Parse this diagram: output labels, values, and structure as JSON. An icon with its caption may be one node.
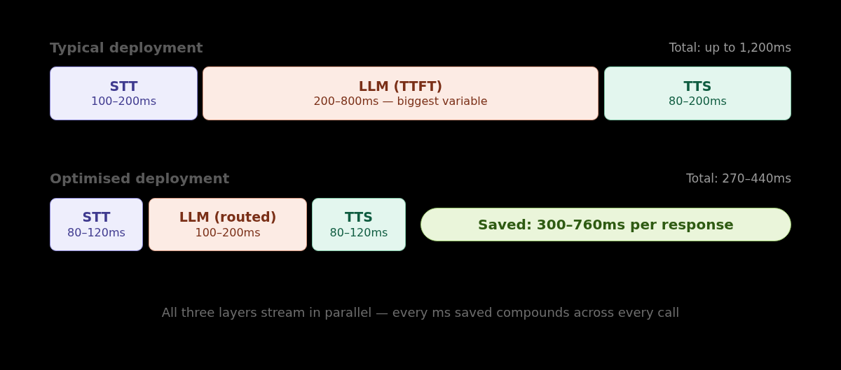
{
  "diagram": {
    "nodes": [
      {
        "text": [
          "STT",
          "100–200ms"
        ]
      },
      {
        "text": [
          "LLM (TTFT)",
          "200–800ms — biggest variable"
        ]
      },
      {
        "text": [
          "TTS",
          "80–200ms"
        ]
      },
      {
        "text": [
          "STT",
          "80–120ms"
        ]
      },
      {
        "text": [
          "LLM (routed)",
          "100–200ms"
        ]
      },
      {
        "text": [
          "TTS",
          "80–120ms"
        ]
      },
      {
        "text": [
          "Saved: 300–760ms per response"
        ]
      }
    ],
    "edges": [],
    "labels": [
      "Typical deployment",
      "Total: up to 1,200ms",
      "Optimised deployment",
      "Total: 270–440ms",
      "All three layers stream in parallel — every ms saved compounds across every call"
    ]
  }
}
